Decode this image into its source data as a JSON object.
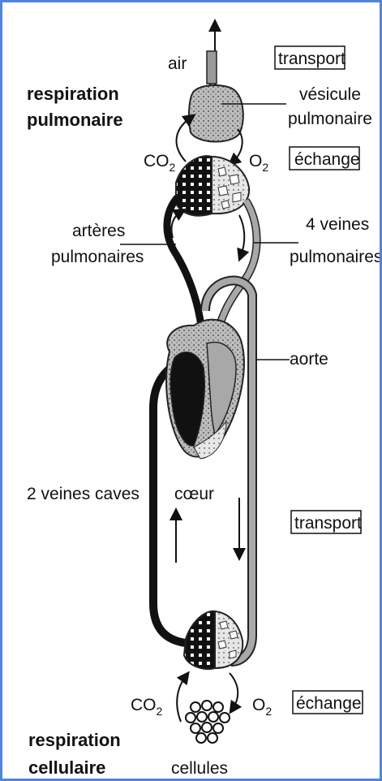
{
  "labels": {
    "air": "air",
    "respiration_pulmonaire_1": "respiration",
    "respiration_pulmonaire_2": "pulmonaire",
    "transport_top": "transport",
    "vesicule_1": "vésicule",
    "vesicule_2": "pulmonaire",
    "co2_top": "CO",
    "co2_top_sub": "2",
    "o2_top": "O",
    "o2_top_sub": "2",
    "echange_top": "échange",
    "arteres_1": "artères",
    "arteres_2": "pulmonaires",
    "veines4_1": "4 veines",
    "veines4_2": "pulmonaires",
    "aorte": "aorte",
    "veines_caves": "2 veines caves",
    "coeur": "cœur",
    "transport_mid": "transport",
    "co2_bottom": "CO",
    "co2_bottom_sub": "2",
    "o2_bottom": "O",
    "o2_bottom_sub": "2",
    "echange_bottom": "échange",
    "respiration_cellulaire_1": "respiration",
    "respiration_cellulaire_2": "cellulaire",
    "cellules": "cellules"
  },
  "colors": {
    "frame": "#4f86d9",
    "deoxygenated": "#111111",
    "oxygenated": "#a8a8a8",
    "outline": "#222222"
  }
}
